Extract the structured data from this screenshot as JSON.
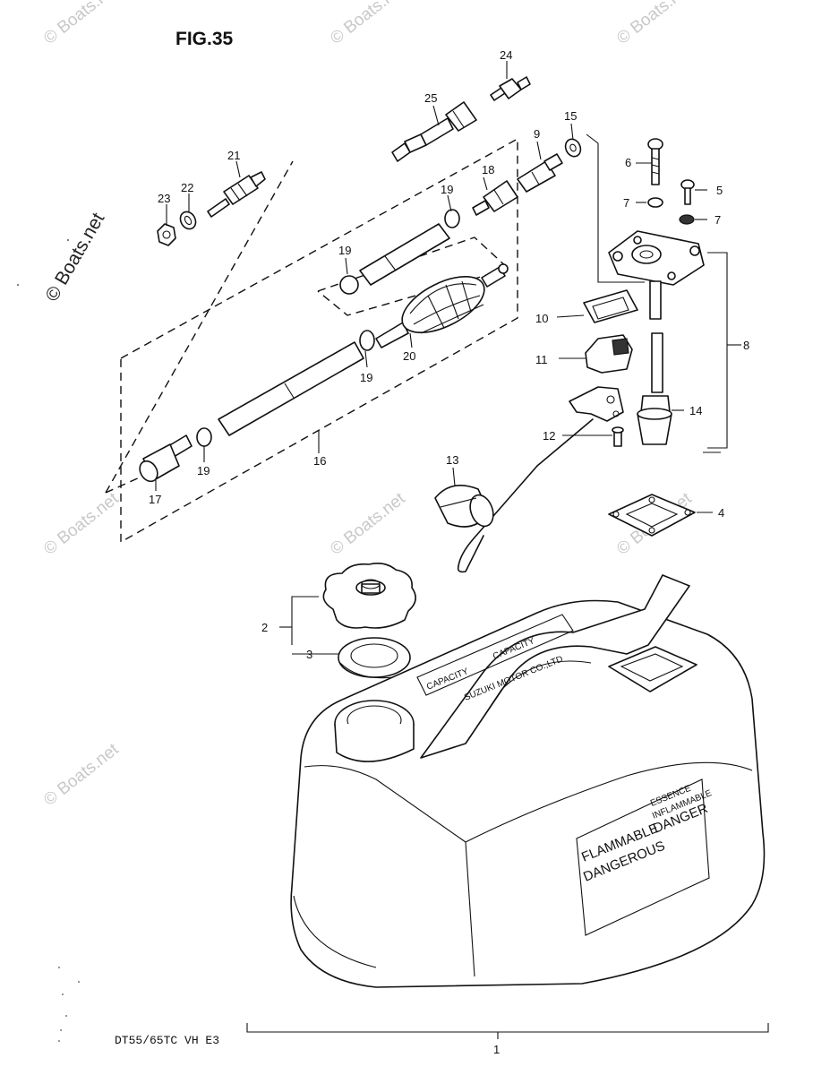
{
  "figure": {
    "title": "FIG.35",
    "model": "DT55/65TC VH E3"
  },
  "watermark": {
    "text": "© Boats.net"
  },
  "callouts": {
    "c1": "1",
    "c2": "2",
    "c3": "3",
    "c4": "4",
    "c5": "5",
    "c6": "6",
    "c7a": "7",
    "c7b": "7",
    "c8": "8",
    "c9": "9",
    "c10": "10",
    "c11": "11",
    "c12": "12",
    "c13": "13",
    "c14": "14",
    "c15": "15",
    "c16": "16",
    "c17": "17",
    "c18": "18",
    "c19a": "19",
    "c19b": "19",
    "c19c": "19",
    "c19d": "19",
    "c20": "20",
    "c21": "21",
    "c22": "22",
    "c23": "23",
    "c24": "24",
    "c25": "25"
  },
  "tank_labels": {
    "capacity": "CAPACITY",
    "maker": "SUZUKI MOTOR CO.,LTD",
    "flammable": "FLAMMABLE",
    "dangerous": "DANGEROUS",
    "essence": "ESSENCE",
    "inflammable": "INFLAMMABLE",
    "danger": "DANGER"
  },
  "colors": {
    "line": "#111111",
    "watermark": "#c8c8c8",
    "background": "#ffffff"
  }
}
